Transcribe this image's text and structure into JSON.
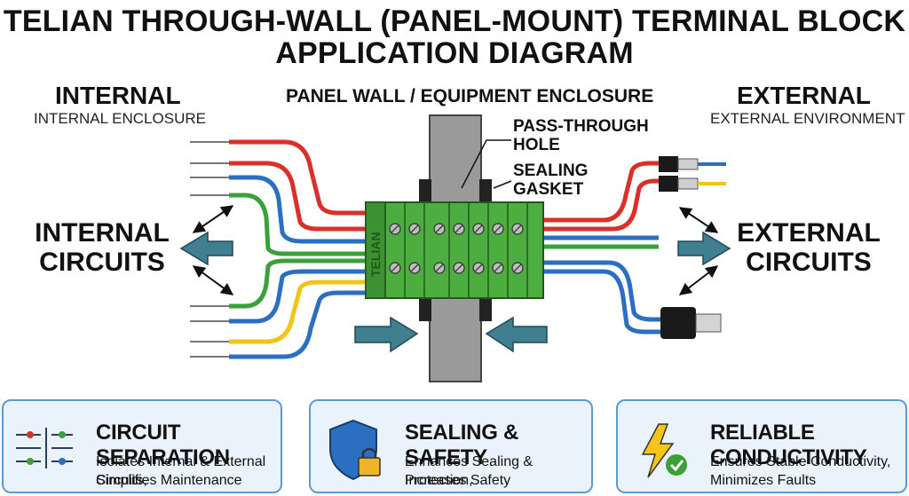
{
  "title": {
    "line1": "TELIAN THROUGH-WALL (PANEL-MOUNT) TERMINAL BLOCK",
    "line2": "APPLICATION DIAGRAM"
  },
  "internal": {
    "heading": "INTERNAL",
    "sub": "INTERNAL ENCLOSURE",
    "circuits1": "INTERNAL",
    "circuits2": "CIRCUITS"
  },
  "external": {
    "heading": "EXTERNAL",
    "sub": "EXTERNAL ENVIRONMENT",
    "circuits1": "EXTERNAL",
    "circuits2": "CIRCUITS"
  },
  "panel_label": "PANEL WALL / EQUIPMENT ENCLOSURE",
  "callouts": {
    "pass_through1": "PASS-THROUGH",
    "pass_through2": "HOLE",
    "sealing1": "SEALING",
    "sealing2": "GASKET"
  },
  "block_brand": "TELIAN",
  "colors": {
    "wire_red": "#d9302a",
    "wire_blue": "#2a6fc2",
    "wire_green": "#3aa13a",
    "wire_yellow": "#f0c419",
    "block_green": "#4cae3e",
    "panel_gray": "#9a9a9a",
    "arrow_teal": "#3f7f8f",
    "card_bg": "#eaf3fb",
    "card_border": "#5b9bd5"
  },
  "features": [
    {
      "icon": "circuit-icon",
      "title": "CIRCUIT SEPARATION",
      "line1": "Isolates Internal & External Circuits,",
      "line2": "Simplifies Maintenance"
    },
    {
      "icon": "shield-lock-icon",
      "title": "SEALING & SAFETY",
      "line1": "Enhances Sealing & Protection,",
      "line2": "Increases Safety"
    },
    {
      "icon": "lightning-check-icon",
      "title": "RELIABLE CONDUCTIVITY",
      "line1": "Ensures Stable Conductivity,",
      "line2": "Minimizes Faults"
    }
  ]
}
